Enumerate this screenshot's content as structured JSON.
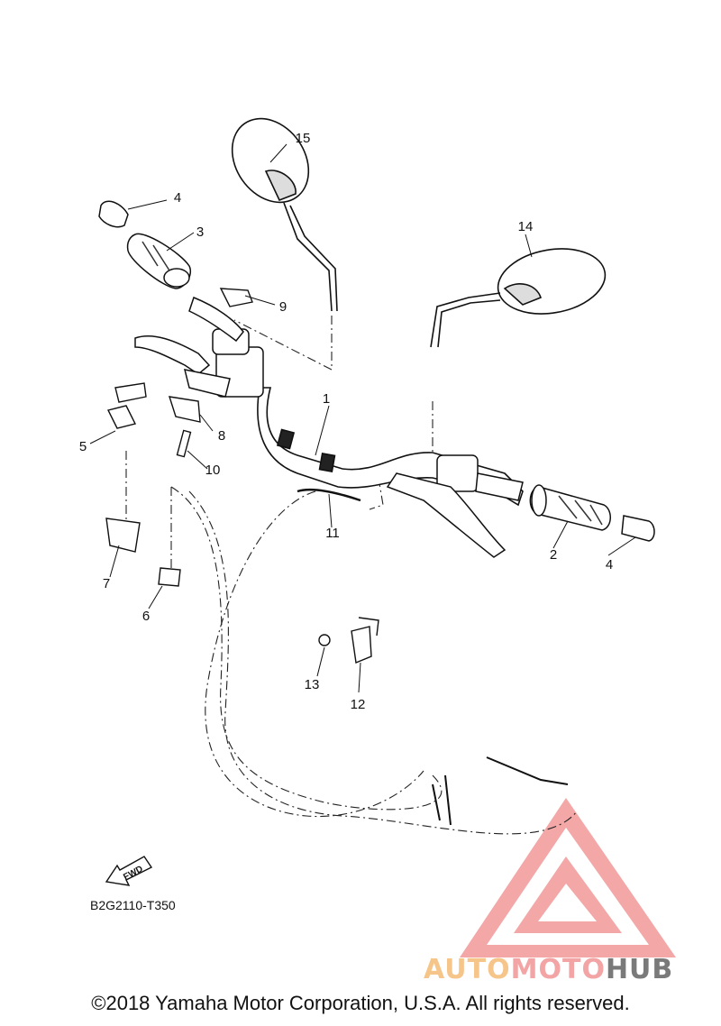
{
  "diagram": {
    "part_labels": [
      "1",
      "2",
      "3",
      "4",
      "4",
      "5",
      "6",
      "7",
      "8",
      "9",
      "10",
      "11",
      "12",
      "13",
      "14",
      "15"
    ],
    "fwd_label": "FWD",
    "diagram_code": "B2G2110-T350",
    "copyright": "©2018 Yamaha Motor Corporation, U.S.A. All rights reserved."
  },
  "watermark": {
    "part1": "AUTO",
    "part2": "MOTO",
    "part3": "HUB",
    "colors": {
      "auto": "#f6c58a",
      "moto": "#f3a4a4",
      "hub": "#7a7a7a",
      "triangle": "#f08080"
    }
  }
}
